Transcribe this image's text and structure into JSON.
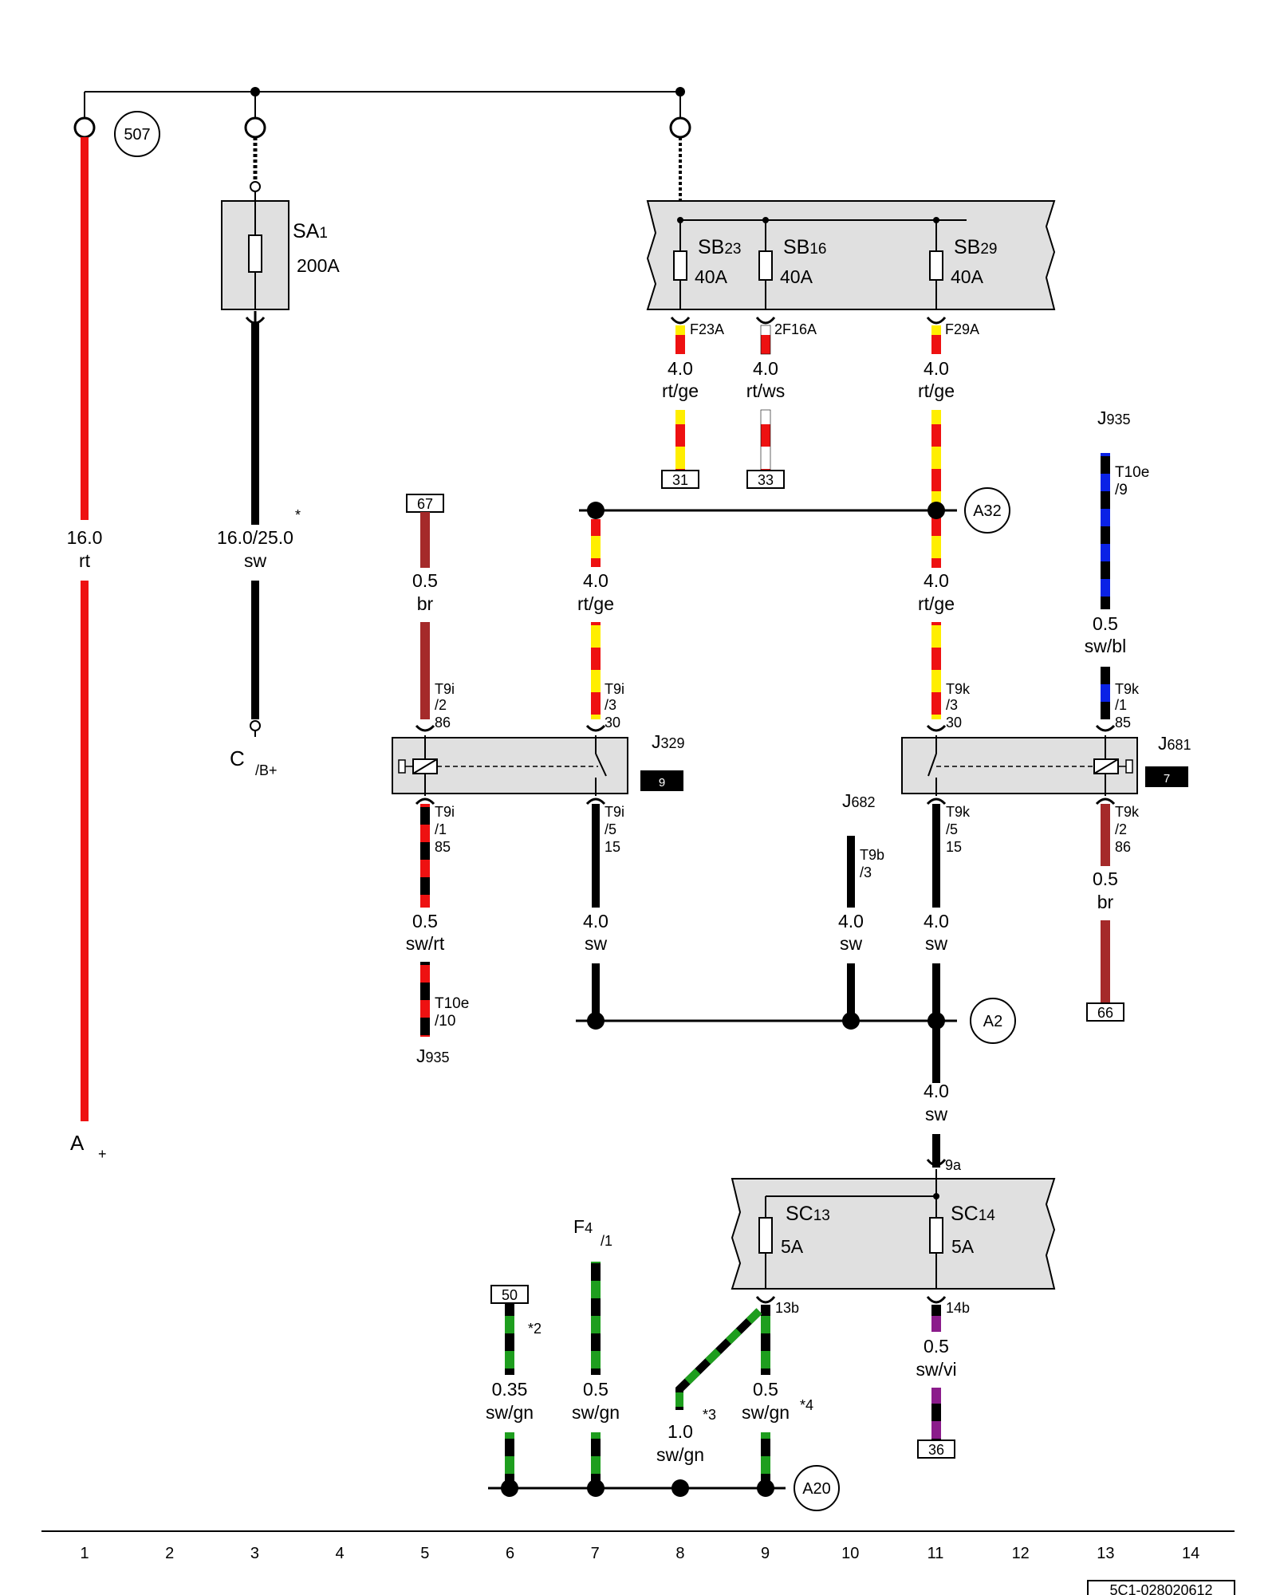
{
  "diagram": {
    "connectors": {
      "c507": "507",
      "a32": "A32",
      "a2": "A2",
      "a20": "A20"
    },
    "terminals": {
      "a": "A",
      "a_sub": "+",
      "c": "C",
      "c_sub": "/B+"
    },
    "components": {
      "sa1": {
        "label": "SA",
        "sub": "1",
        "rating": "200A"
      },
      "sb23": {
        "label": "SB",
        "sub": "23",
        "rating": "40A"
      },
      "sb16": {
        "label": "SB",
        "sub": "16",
        "rating": "40A"
      },
      "sb29": {
        "label": "SB",
        "sub": "29",
        "rating": "40A"
      },
      "sc13": {
        "label": "SC",
        "sub": "13",
        "rating": "5A"
      },
      "sc14": {
        "label": "SC",
        "sub": "14",
        "rating": "5A"
      },
      "j329": {
        "label": "J",
        "sub": "329",
        "badge": "9"
      },
      "j681": {
        "label": "J",
        "sub": "681",
        "badge": "7"
      },
      "j682": {
        "label": "J",
        "sub": "682"
      },
      "j935_top": {
        "label": "J",
        "sub": "935"
      },
      "j935_bottom": {
        "label": "J",
        "sub": "935"
      },
      "f4": {
        "label": "F",
        "sub": "4",
        "pin": "/1"
      }
    },
    "pins": {
      "f23a": "F23A",
      "f16a": "2F16A",
      "f29a": "F29A",
      "t9i_2_a": "T9i",
      "t9i_2_b": "/2",
      "t9i_2_c": "86",
      "t9i_3_a": "T9i",
      "t9i_3_b": "/3",
      "t9i_3_c": "30",
      "t9i_1_a": "T9i",
      "t9i_1_b": "/1",
      "t9i_1_c": "85",
      "t9i_5_a": "T9i",
      "t9i_5_b": "/5",
      "t9i_5_c": "15",
      "t9k_3_a": "T9k",
      "t9k_3_b": "/3",
      "t9k_3_c": "30",
      "t9k_1_a": "T9k",
      "t9k_1_b": "/1",
      "t9k_1_c": "85",
      "t9k_5_a": "T9k",
      "t9k_5_b": "/5",
      "t9k_5_c": "15",
      "t9k_2_a": "T9k",
      "t9k_2_b": "/2",
      "t9k_2_c": "86",
      "t9b_a": "T9b",
      "t9b_b": "/3",
      "t10e9_a": "T10e",
      "t10e9_b": "/9",
      "t10e10_a": "T10e",
      "t10e10_b": "/10",
      "p9a": "9a",
      "p13b": "13b",
      "p14b": "14b"
    },
    "refs": {
      "r31": "31",
      "r33": "33",
      "r67": "67",
      "r66": "66",
      "r50": "50",
      "r36": "36"
    },
    "wires": {
      "w1": {
        "size": "16.0",
        "color": "rt"
      },
      "w3": {
        "size": "16.0/25.0",
        "color": "sw",
        "note": "*"
      },
      "w_f23a": {
        "size": "4.0",
        "color": "rt/ge"
      },
      "w_f16a": {
        "size": "4.0",
        "color": "rt/ws"
      },
      "w_f29a": {
        "size": "4.0",
        "color": "rt/ge"
      },
      "w_67": {
        "size": "0.5",
        "color": "br"
      },
      "w_7top": {
        "size": "4.0",
        "color": "rt/ge"
      },
      "w_11top": {
        "size": "4.0",
        "color": "rt/ge"
      },
      "w_13top": {
        "size": "0.5",
        "color": "sw/bl"
      },
      "w_5bot": {
        "size": "0.5",
        "color": "sw/rt"
      },
      "w_7bot": {
        "size": "4.0",
        "color": "sw"
      },
      "w_10bot": {
        "size": "4.0",
        "color": "sw"
      },
      "w_11bot": {
        "size": "4.0",
        "color": "sw"
      },
      "w_13bot": {
        "size": "0.5",
        "color": "br"
      },
      "w_11a2": {
        "size": "4.0",
        "color": "sw"
      },
      "w_6": {
        "size": "0.35",
        "color": "sw/gn",
        "note": "*2"
      },
      "w_7f4": {
        "size": "0.5",
        "color": "sw/gn"
      },
      "w_8": {
        "size": "1.0",
        "color": "sw/gn",
        "note": "*3"
      },
      "w_9": {
        "size": "0.5",
        "color": "sw/gn",
        "note": "*4"
      },
      "w_14b": {
        "size": "0.5",
        "color": "sw/vi"
      }
    },
    "grid": [
      "1",
      "2",
      "3",
      "4",
      "5",
      "6",
      "7",
      "8",
      "9",
      "10",
      "11",
      "12",
      "13",
      "14"
    ],
    "doc_id": "5C1-028020612"
  }
}
